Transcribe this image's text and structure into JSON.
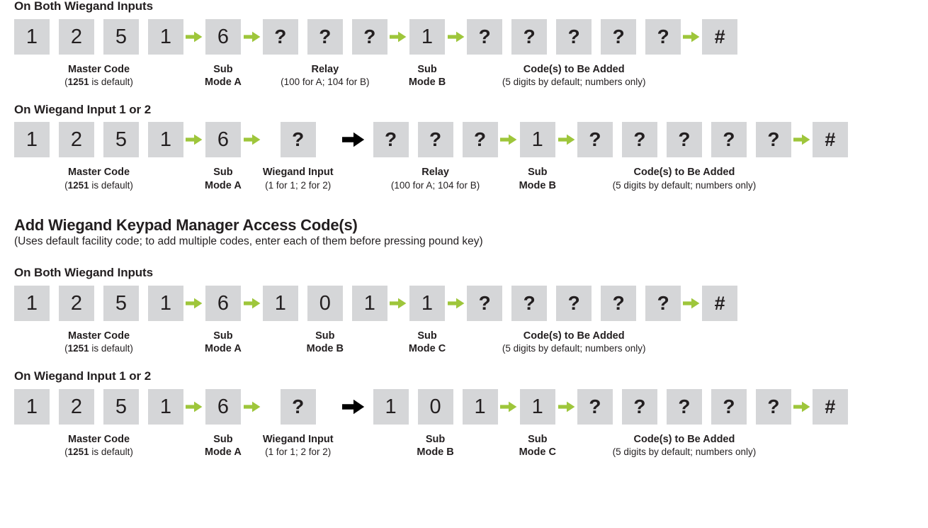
{
  "colors": {
    "key_bg": "#d5d6d8",
    "text": "#231f20",
    "arrow_green": "#9ec63b",
    "arrow_black": "#000000",
    "page_bg": "#ffffff"
  },
  "icons": {
    "green_arrow": "arrow-right-green-icon",
    "black_arrow": "arrow-right-black-icon"
  },
  "sections": [
    {
      "id": "add-access-codes",
      "heading": "",
      "subheading": "",
      "blocks": [
        {
          "id": "block-1",
          "title": "On Both Wiegand Inputs",
          "groups": [
            {
              "keys": [
                "1",
                "2",
                "5",
                "1"
              ],
              "label": "Master Code",
              "note_pre": "(",
              "note_bold": "1251",
              "note_post": " is default)",
              "arrow_after": "green"
            },
            {
              "keys": [
                "6"
              ],
              "label": "Sub\nMode A",
              "note": "",
              "arrow_after": "green"
            },
            {
              "keys": [
                "?",
                "?",
                "?"
              ],
              "label": "Relay",
              "note": "(100 for A; 104 for B)",
              "arrow_after": "green"
            },
            {
              "keys": [
                "1"
              ],
              "label": "Sub\nMode B",
              "note": "",
              "arrow_after": "green"
            },
            {
              "keys": [
                "?",
                "?",
                "?",
                "?",
                "?"
              ],
              "label": "Code(s) to Be Added",
              "note": "(5 digits by default; numbers only)",
              "arrow_after": "green"
            },
            {
              "keys": [
                "#"
              ],
              "label": "",
              "note": "",
              "arrow_after": "none"
            }
          ]
        },
        {
          "id": "block-2",
          "title": "On Wiegand Input 1 or 2",
          "groups": [
            {
              "keys": [
                "1",
                "2",
                "5",
                "1"
              ],
              "label": "Master Code",
              "note_pre": "(",
              "note_bold": "1251",
              "note_post": " is default)",
              "arrow_after": "green"
            },
            {
              "keys": [
                "6"
              ],
              "label": "Sub\nMode A",
              "note": "",
              "arrow_after": "green"
            },
            {
              "keys": [
                "?"
              ],
              "label": "Wiegand Input",
              "note": "(1 for 1; 2 for 2)",
              "arrow_after": "black"
            },
            {
              "keys": [
                "?",
                "?",
                "?"
              ],
              "label": "Relay",
              "note": "(100 for A; 104 for B)",
              "arrow_after": "green"
            },
            {
              "keys": [
                "1"
              ],
              "label": "Sub\nMode B",
              "note": "",
              "arrow_after": "green"
            },
            {
              "keys": [
                "?",
                "?",
                "?",
                "?",
                "?"
              ],
              "label": "Code(s) to Be Added",
              "note": "(5 digits by default; numbers only)",
              "arrow_after": "green"
            },
            {
              "keys": [
                "#"
              ],
              "label": "",
              "note": "",
              "arrow_after": "none"
            }
          ]
        }
      ]
    },
    {
      "id": "add-manager-codes",
      "heading": "Add Wiegand Keypad Manager Access Code(s)",
      "subheading": "(Uses default facility code; to add multiple codes, enter each of them before pressing pound key)",
      "blocks": [
        {
          "id": "block-3",
          "title": "On Both Wiegand Inputs",
          "groups": [
            {
              "keys": [
                "1",
                "2",
                "5",
                "1"
              ],
              "label": "Master Code",
              "note_pre": "(",
              "note_bold": "1251",
              "note_post": " is default)",
              "arrow_after": "green"
            },
            {
              "keys": [
                "6"
              ],
              "label": "Sub\nMode A",
              "note": "",
              "arrow_after": "green"
            },
            {
              "keys": [
                "1",
                "0",
                "1"
              ],
              "label": "Sub\nMode B",
              "note": "",
              "arrow_after": "green"
            },
            {
              "keys": [
                "1"
              ],
              "label": "Sub\nMode C",
              "note": "",
              "arrow_after": "green"
            },
            {
              "keys": [
                "?",
                "?",
                "?",
                "?",
                "?"
              ],
              "label": "Code(s) to Be Added",
              "note": "(5 digits by default; numbers only)",
              "arrow_after": "green"
            },
            {
              "keys": [
                "#"
              ],
              "label": "",
              "note": "",
              "arrow_after": "none"
            }
          ]
        },
        {
          "id": "block-4",
          "title": "On Wiegand Input 1 or 2",
          "groups": [
            {
              "keys": [
                "1",
                "2",
                "5",
                "1"
              ],
              "label": "Master Code",
              "note_pre": "(",
              "note_bold": "1251",
              "note_post": " is default)",
              "arrow_after": "green"
            },
            {
              "keys": [
                "6"
              ],
              "label": "Sub\nMode A",
              "note": "",
              "arrow_after": "green"
            },
            {
              "keys": [
                "?"
              ],
              "label": "Wiegand Input",
              "note": "(1 for 1; 2 for 2)",
              "arrow_after": "black"
            },
            {
              "keys": [
                "1",
                "0",
                "1"
              ],
              "label": "Sub\nMode B",
              "note": "",
              "arrow_after": "green"
            },
            {
              "keys": [
                "1"
              ],
              "label": "Sub\nMode C",
              "note": "",
              "arrow_after": "green"
            },
            {
              "keys": [
                "?",
                "?",
                "?",
                "?",
                "?"
              ],
              "label": "Code(s) to Be Added",
              "note": "(5 digits by default; numbers only)",
              "arrow_after": "green"
            },
            {
              "keys": [
                "#"
              ],
              "label": "",
              "note": "",
              "arrow_after": "none"
            }
          ]
        }
      ]
    }
  ]
}
